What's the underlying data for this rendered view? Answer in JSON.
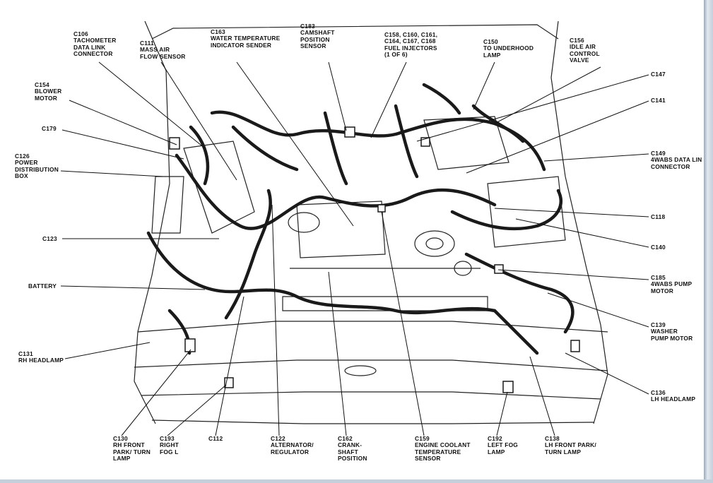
{
  "diagram": {
    "labels": [
      {
        "id": "c106",
        "lines": [
          "C106",
          "TACHOMETER",
          "DATA LINK",
          "CONNECTOR"
        ]
      },
      {
        "id": "c111",
        "lines": [
          "C111",
          "MASS AIR",
          "FLOW SENSOR"
        ]
      },
      {
        "id": "c163",
        "lines": [
          "C163",
          "WATER TEMPERATURE",
          "INDICATOR SENDER"
        ]
      },
      {
        "id": "c183",
        "lines": [
          "C183",
          "CAMSHAFT",
          "POSITION",
          "SENSOR"
        ]
      },
      {
        "id": "c158",
        "lines": [
          "C158, C160, C161,",
          "C164, C167, C168",
          "FUEL INJECTORS",
          "(1 OF 6)"
        ]
      },
      {
        "id": "c150",
        "lines": [
          "C150",
          "TO UNDERHOOD",
          "LAMP"
        ]
      },
      {
        "id": "c156",
        "lines": [
          "C156",
          "IDLE AIR",
          "CONTROL",
          "VALVE"
        ]
      },
      {
        "id": "c154",
        "lines": [
          "C154",
          "BLOWER",
          "MOTOR"
        ]
      },
      {
        "id": "c179",
        "lines": [
          "C179"
        ]
      },
      {
        "id": "c126",
        "lines": [
          "C126",
          "POWER",
          "DISTRIBUTION",
          "BOX"
        ]
      },
      {
        "id": "c123",
        "lines": [
          "C123"
        ]
      },
      {
        "id": "battery",
        "lines": [
          "BATTERY"
        ]
      },
      {
        "id": "c131",
        "lines": [
          "C131",
          "RH HEADLAMP"
        ]
      },
      {
        "id": "c147",
        "lines": [
          "C147"
        ]
      },
      {
        "id": "c141",
        "lines": [
          "C141"
        ]
      },
      {
        "id": "c149",
        "lines": [
          "C149",
          "4WABS DATA LIN",
          "CONNECTOR"
        ]
      },
      {
        "id": "c118",
        "lines": [
          "C118"
        ]
      },
      {
        "id": "c140",
        "lines": [
          "C140"
        ]
      },
      {
        "id": "c185",
        "lines": [
          "C185",
          "4WABS PUMP",
          "MOTOR"
        ]
      },
      {
        "id": "c139",
        "lines": [
          "C139",
          "WASHER",
          "PUMP MOTOR"
        ]
      },
      {
        "id": "c136",
        "lines": [
          "C136",
          "LH HEADLAMP"
        ]
      },
      {
        "id": "c130",
        "lines": [
          "C130",
          "RH FRONT",
          "PARK/ TURN",
          "LAMP"
        ]
      },
      {
        "id": "c193",
        "lines": [
          "C193",
          "RIGHT",
          "FOG L"
        ]
      },
      {
        "id": "c112",
        "lines": [
          "C112"
        ]
      },
      {
        "id": "c122",
        "lines": [
          "C122",
          "ALTERNATOR/",
          "REGULATOR"
        ]
      },
      {
        "id": "c162",
        "lines": [
          "C162",
          "CRANK-",
          "SHAFT",
          "POSITION"
        ]
      },
      {
        "id": "c159",
        "lines": [
          "C159",
          "ENGINE COOLANT",
          "TEMPERATURE",
          "SENSOR"
        ]
      },
      {
        "id": "c192",
        "lines": [
          "C192",
          "LEFT FOG",
          "LAMP"
        ]
      },
      {
        "id": "c138",
        "lines": [
          "C138",
          "LH FRONT PARK/",
          "TURN LAMP"
        ]
      }
    ],
    "line_color": "#111111"
  }
}
